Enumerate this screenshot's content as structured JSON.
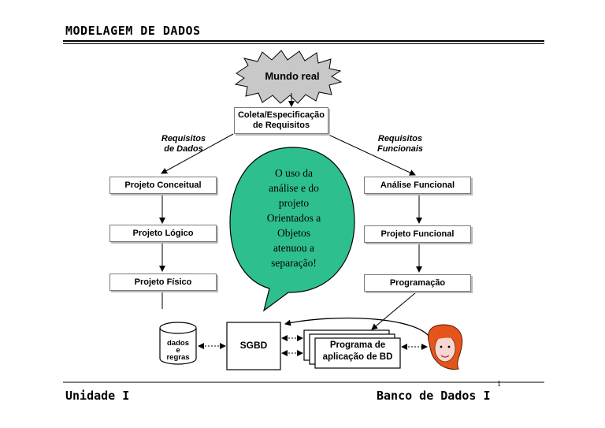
{
  "header": {
    "title": "MODELAGEM DE DADOS"
  },
  "footer": {
    "left": "Unidade I",
    "right": "Banco de Dados I",
    "page_number": "1"
  },
  "diagram": {
    "top_node": "Mundo real",
    "collection_line1": "Coleta/Especificação",
    "collection_line2": "de Requisitos",
    "left_label_line1": "Requisitos",
    "left_label_line2": "de Dados",
    "right_label_line1": "Requisitos",
    "right_label_line2": "Funcionais",
    "left_steps": [
      "Projeto Conceitual",
      "Projeto Lógico",
      "Projeto Físico"
    ],
    "right_steps": [
      "Análise Funcional",
      "Projeto Funcional",
      "Programação"
    ],
    "db_line1": "dados",
    "db_line2": "e",
    "db_line3": "regras",
    "sgbd": "SGBD",
    "app_line1": "Programa de",
    "app_line2": "aplicação de BD",
    "callout_lines": [
      "O uso da",
      "análise e do",
      "projeto",
      "Orientados a",
      "Objetos",
      "atenuou a",
      "separação!"
    ],
    "colors": {
      "callout_fill": "#2ebf8f",
      "starburst_fill": "#c8c8c8",
      "person_hair": "#e5541a",
      "person_face": "#f7d7cf"
    }
  }
}
